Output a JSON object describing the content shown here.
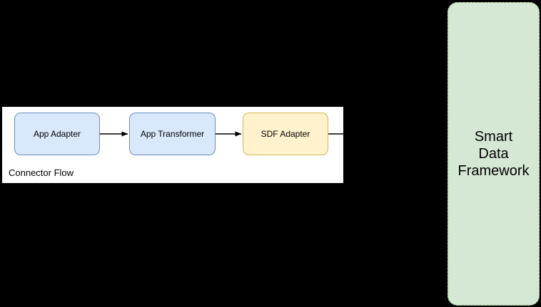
{
  "canvas": {
    "background": "#000000"
  },
  "connector_flow": {
    "label": "Connector Flow",
    "container_fill": "#ffffff",
    "nodes": [
      {
        "id": "app-adapter",
        "label": "App Adapter",
        "fill": "#dae8fc",
        "border": "#6c8ebf"
      },
      {
        "id": "app-transformer",
        "label": "App Transformer",
        "fill": "#dae8fc",
        "border": "#6c8ebf"
      },
      {
        "id": "sdf-adapter",
        "label": "SDF Adapter",
        "fill": "#fff2cc",
        "border": "#d6b656"
      }
    ],
    "connections": [
      {
        "from": "App Adapter",
        "to": "App Transformer"
      },
      {
        "from": "App Transformer",
        "to": "SDF Adapter"
      },
      {
        "from": "SDF Adapter",
        "to": "Smart Data Framework"
      }
    ],
    "arrow_color": "#000000"
  },
  "framework_box": {
    "label": "Smart Data Framework",
    "lines": [
      "Smart",
      "Data",
      "Framework"
    ],
    "fill": "#d5e8d4",
    "border": "#82b366"
  }
}
